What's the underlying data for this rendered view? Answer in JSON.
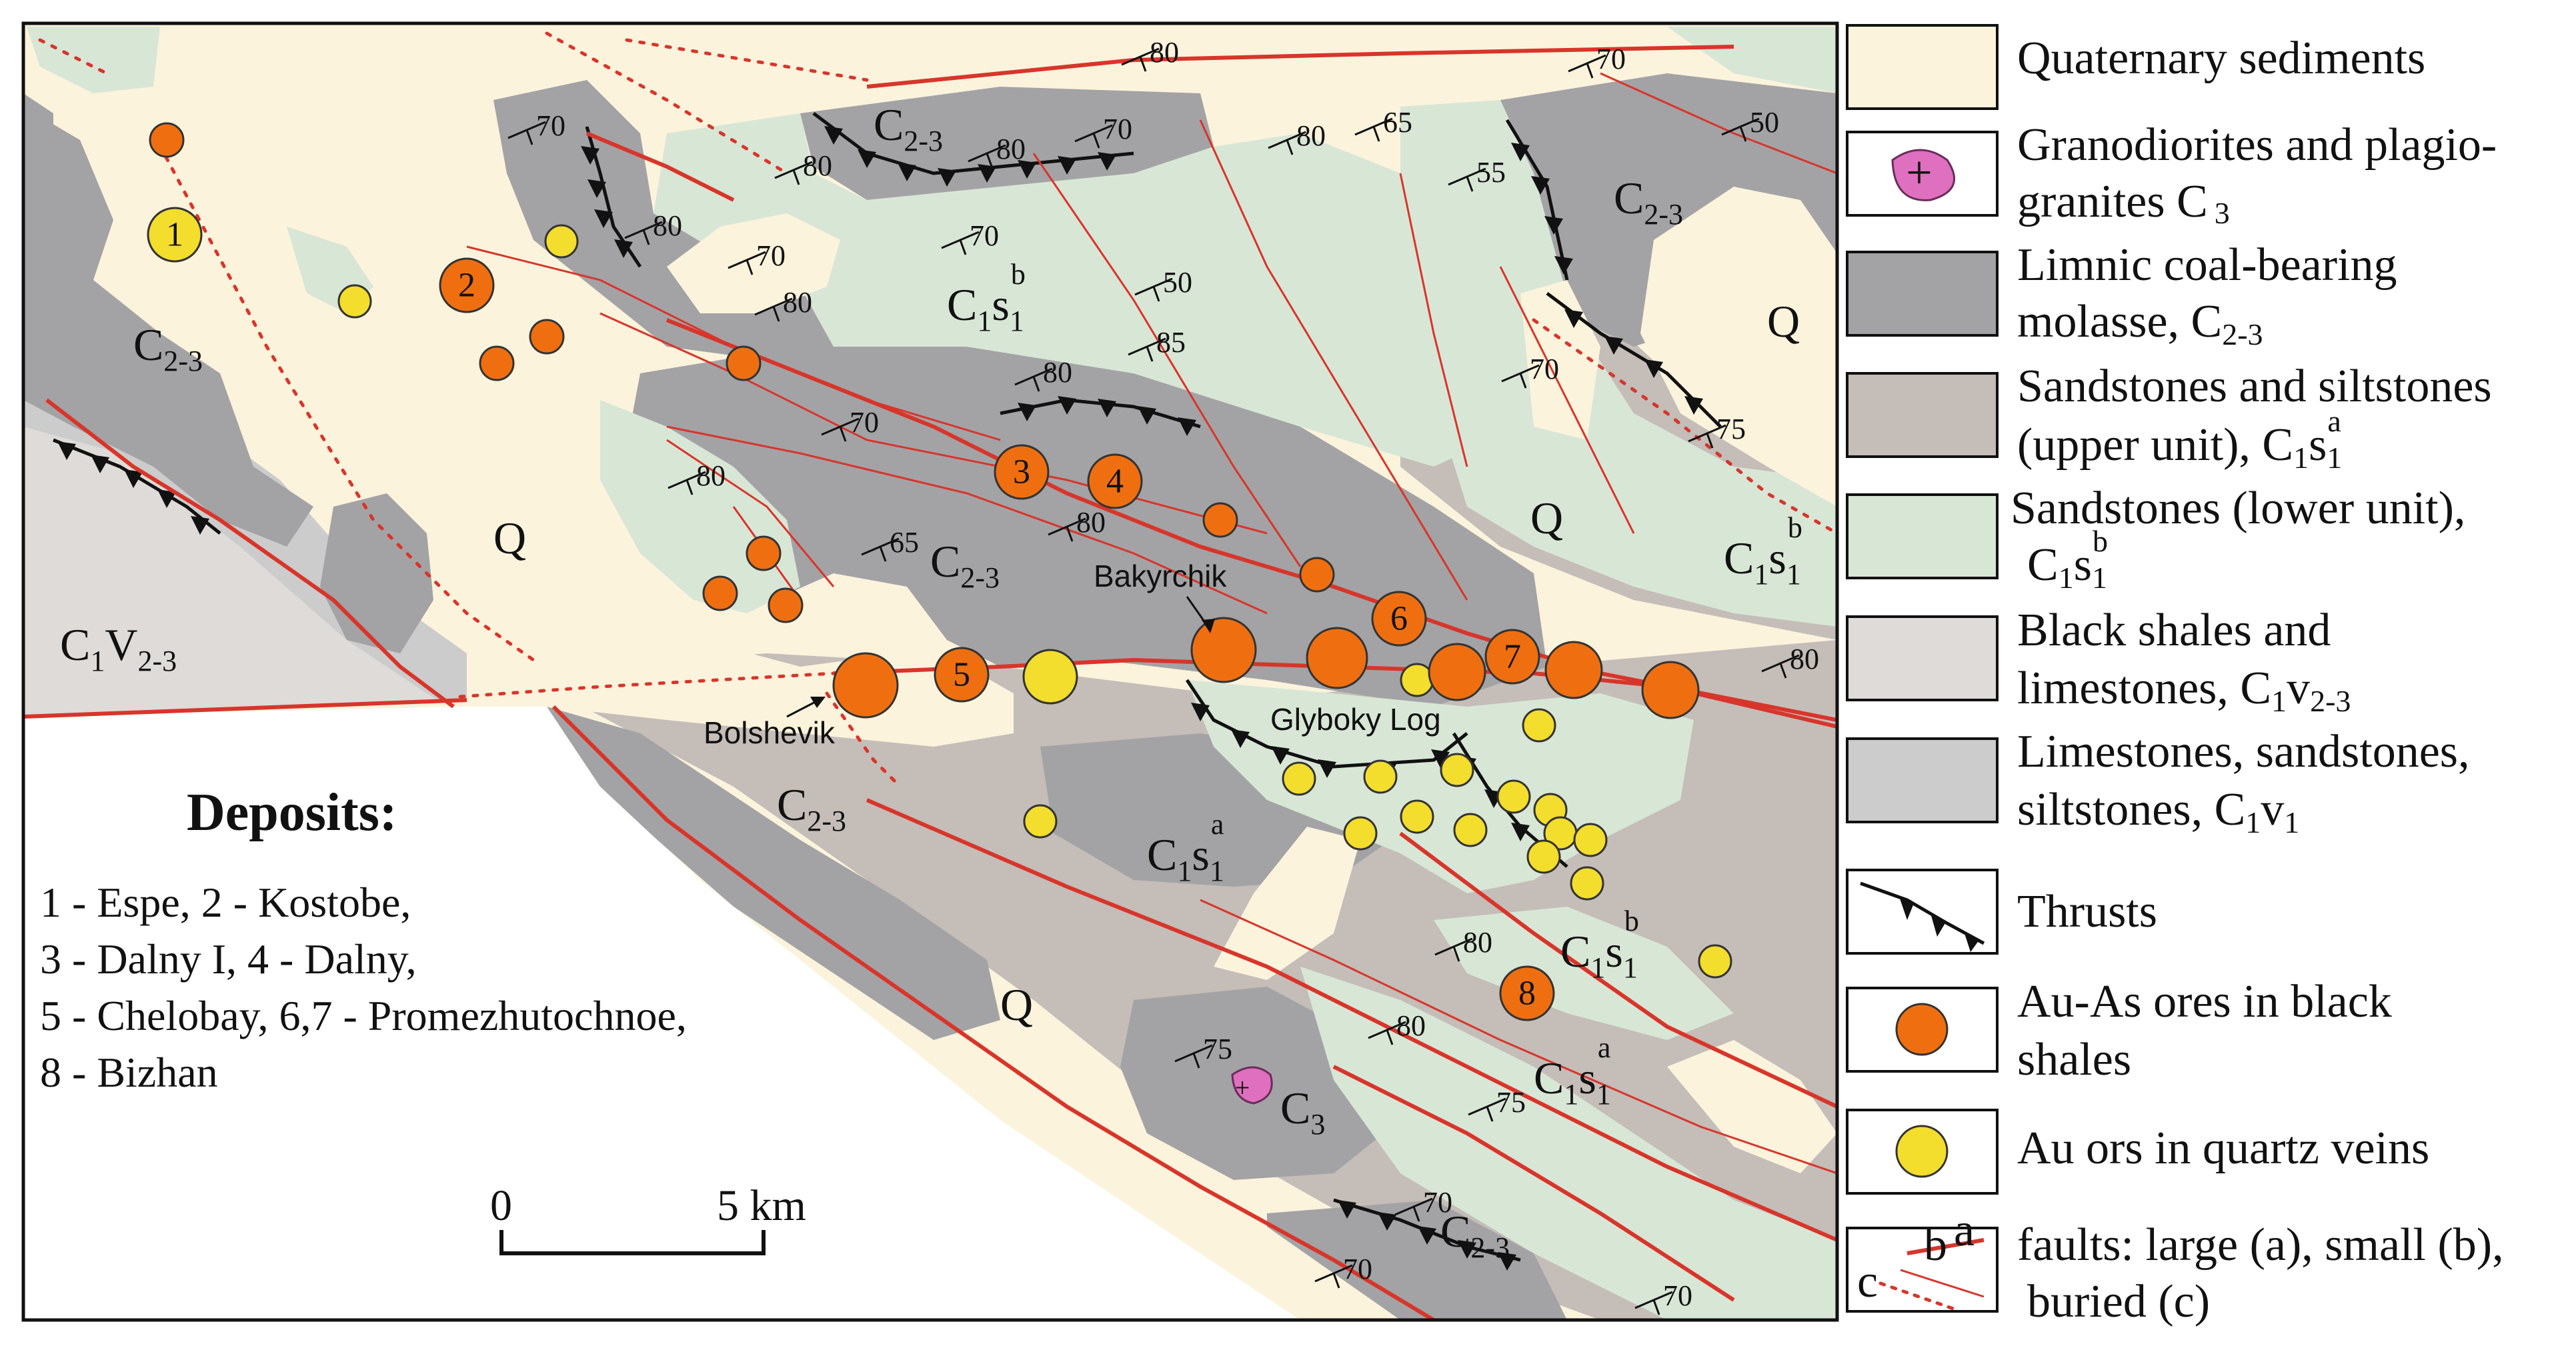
{
  "units": {
    "q": "Q",
    "c23": "C",
    "c23_sub": "2-3",
    "c1s1": "C",
    "c1s1_sub": "1",
    "c1s1_mid": "s",
    "c1s1_sub2": "1",
    "sup_a": "a",
    "sup_b": "b",
    "c1v": "C",
    "c1v_sub": "1",
    "c1v_mid": "V",
    "c1v_sub2": "2-3",
    "c3": "C",
    "c3_sub": "3"
  },
  "callouts": {
    "bakyrchik": "Bakyrchik",
    "glyboky_log": "Glyboky Log",
    "bolshevik": "Bolshevik"
  },
  "deposit_numbers": [
    "1",
    "2",
    "3",
    "4",
    "5",
    "6",
    "7",
    "8"
  ],
  "dips": [
    "70",
    "80",
    "70",
    "80",
    "80",
    "70",
    "65",
    "70",
    "55",
    "80",
    "80",
    "50",
    "70",
    "80",
    "80",
    "50",
    "85",
    "70",
    "70",
    "75",
    "80",
    "65",
    "80",
    "80",
    "80",
    "80",
    "75",
    "75",
    "70",
    "70",
    "70"
  ],
  "deposits_box": {
    "title": "Deposits:",
    "lines": [
      "1 - Espe, 2 - Kostobe,",
      "3 - Dalny I, 4 - Dalny,",
      "5 - Chelobay, 6,7 - Promezhutochnoe,",
      "8 - Bizhan"
    ]
  },
  "scale": {
    "start": "0",
    "end": "5 km"
  },
  "legend": {
    "quaternary": "Quaternary sediments",
    "granodiorites_1": "Granodiorites and plagio-",
    "granodiorites_2": "granites C",
    "granodiorites_sub": "3",
    "limnic_1": "Limnic coal-bearing",
    "limnic_2": "molasse, C",
    "limnic_sub": "2-3",
    "sand_upper_1": "Sandstones and siltstones",
    "sand_upper_2": "(upper unit), C",
    "sand_upper_sub1": "1",
    "sand_upper_s": "s",
    "sand_upper_sup": "a",
    "sand_upper_sub2": "1",
    "sand_lower_1": "Sandstones (lower unit),",
    "sand_lower_2": "C",
    "sand_lower_sub1": "1",
    "sand_lower_s": "s",
    "sand_lower_sup": "b",
    "sand_lower_sub2": "1",
    "black_1": "Black shales and",
    "black_2": "limestones, C",
    "black_sub1": "1",
    "black_v": "v",
    "black_sub2": "2-3",
    "lime_1": "Limestones, sandstones,",
    "lime_2": "siltstones, C",
    "lime_sub1": "1",
    "lime_v": "v",
    "lime_sub2": "1",
    "thrusts": "Thrusts",
    "auas_1": "Au-As ores in black",
    "auas_2": "shales",
    "au": "Au ors in quartz veins",
    "faults_1": "faults: large (a), small (b),",
    "faults_2": "buried (c)",
    "faults_a": "a",
    "faults_b": "b",
    "faults_c": "c"
  },
  "colors": {
    "quaternary": "#fbf3dc",
    "limnic": "#a3a3a5",
    "sand_upper": "#c4bdb8",
    "sand_lower": "#d8e6d6",
    "black_shale": "#dedbd8",
    "limestone": "#cbcccb",
    "granite": "#df6fbf",
    "auas": "#ef6f10",
    "au": "#f3dd2d",
    "fault": "#d8352b"
  }
}
